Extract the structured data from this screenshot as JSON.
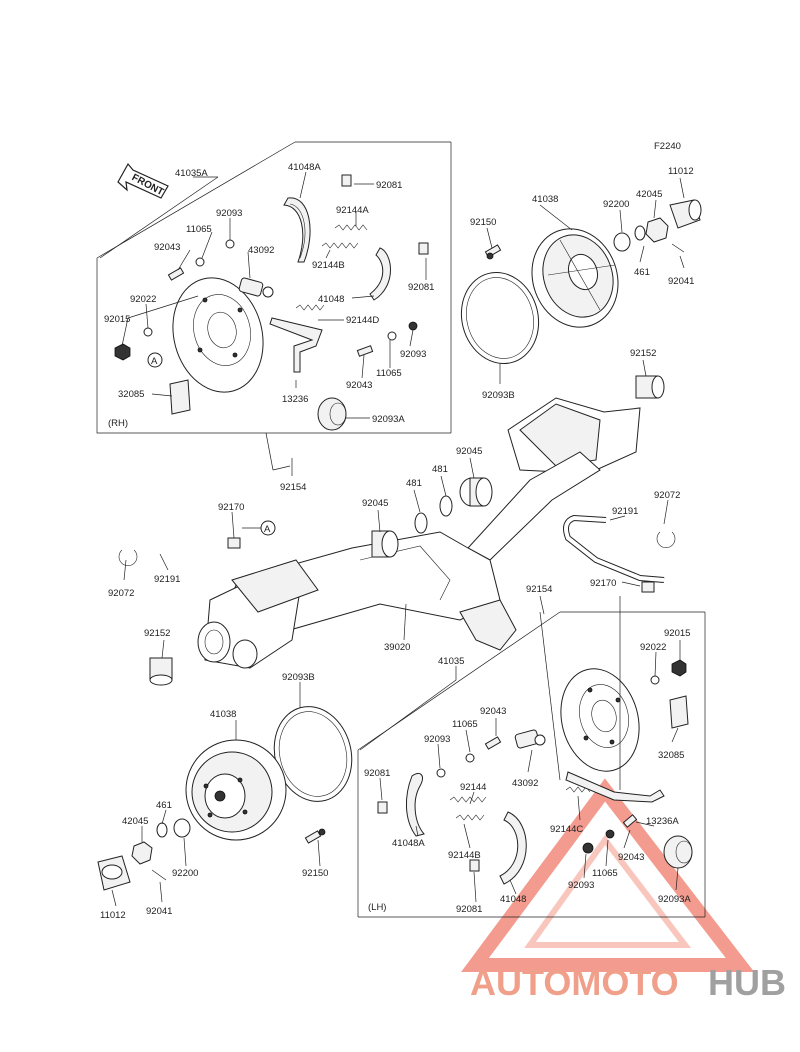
{
  "figure_code": "F2240",
  "front_label": "FRONT",
  "rh_label": "(RH)",
  "lh_label": "(LH)",
  "callout_a": "A",
  "labels": {
    "l41035A": "41035A",
    "l41048A_top": "41048A",
    "l92081_t1": "92081",
    "l92093_t1": "92093",
    "l11065_t1": "11065",
    "l43092_t1": "43092",
    "l92144A": "92144A",
    "l92043_t1": "92043",
    "l92144B_t": "92144B",
    "l92081_t2": "92081",
    "l41048_t": "41048",
    "l92022_t": "92022",
    "l92144D": "92144D",
    "l92015_t": "92015",
    "l92093_t2": "92093",
    "l11065_t2": "11065",
    "l92043_t2": "92043",
    "l32085_t": "32085",
    "l13236_t": "13236",
    "l92093A_t": "92093A",
    "l92154_t": "92154",
    "l41038_t": "41038",
    "l92150_t": "92150",
    "l92200_t": "92200",
    "l42045_t": "42045",
    "l11012_t": "11012",
    "l461_t": "461",
    "l92041_t": "92041",
    "l92093B_t": "92093B",
    "l92152_t": "92152",
    "l92045_a": "92045",
    "l481_a": "481",
    "l481_b": "481",
    "l92045_b": "92045",
    "l92072_r": "92072",
    "l92191_r": "92191",
    "l92170_l": "92170",
    "l92072_l": "92072",
    "l92191_l": "92191",
    "l92154_b": "92154",
    "l92170_r": "92170",
    "l92152_b": "92152",
    "l39020": "39020",
    "l92093B_b": "92093B",
    "l41035": "41035",
    "l92015_b": "92015",
    "l92022_b": "92022",
    "l41038_b": "41038",
    "l92043_b1": "92043",
    "l11065_b1": "11065",
    "l92093_b1": "92093",
    "l92081_b1": "92081",
    "l43092_b": "43092",
    "l32085_b": "32085",
    "l92144": "92144",
    "l92144C": "92144C",
    "l13236A": "13236A",
    "l461_b": "461",
    "l42045_b": "42045",
    "l41048A_b": "41048A",
    "l92144B_b": "92144B",
    "l92043_b2": "92043",
    "l92093_b2": "92093",
    "l11065_b2": "11065",
    "l92200_b": "92200",
    "l92150_b": "92150",
    "l11012_b": "11012",
    "l92041_b": "92041",
    "l92081_b2": "92081",
    "l41048_b": "41048",
    "l92093A_b": "92093A"
  },
  "watermark": {
    "part1": "AUTOMOTO",
    "part2": "HUB",
    "color_main": "#f0a08a",
    "color_hub": "#a0a0a0",
    "triangle_color": "#f07a6a"
  }
}
